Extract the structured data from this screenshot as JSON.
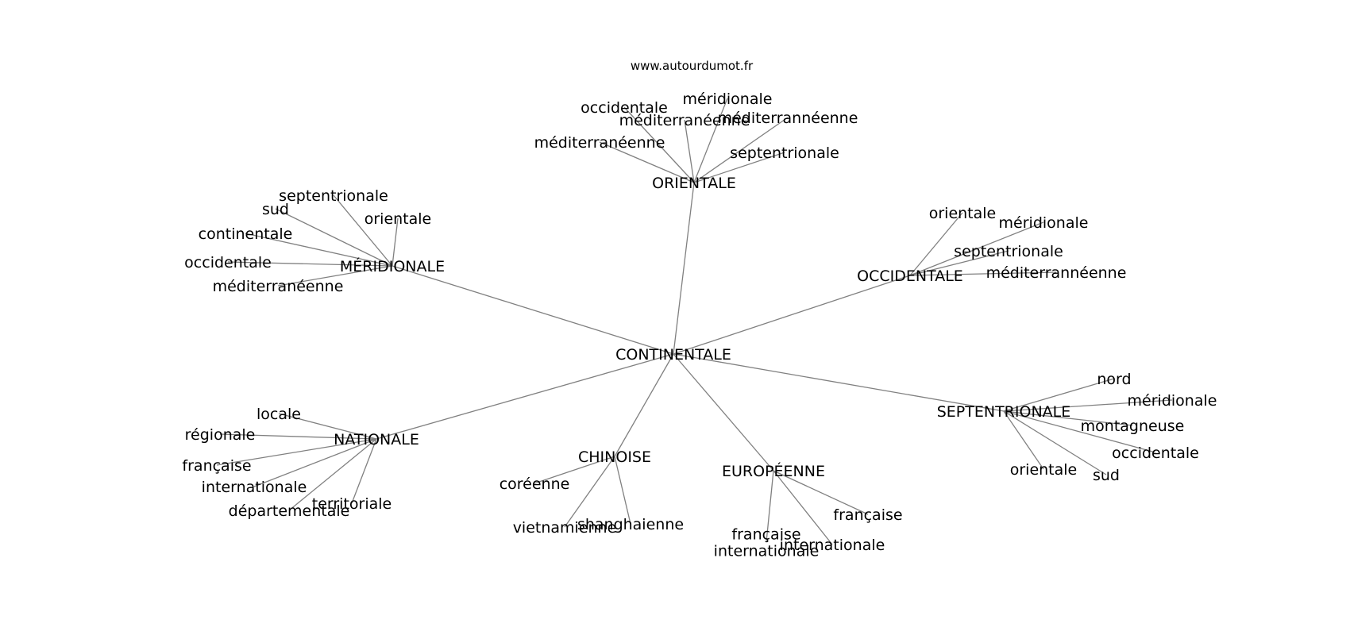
{
  "source": "www.autourdumot.fr",
  "root": "CONTINENTALE",
  "hubs": [
    {
      "id": "orientale",
      "label": "ORIENTALE",
      "leaves": [
        "occidentale",
        "méditerranéenne",
        "méridionale",
        "méditerrannéenne",
        "septentrionale",
        "méditerranéenne"
      ]
    },
    {
      "id": "occidentale",
      "label": "OCCIDENTALE",
      "leaves": [
        "orientale",
        "méridionale",
        "septentrionale",
        "méditerrannéenne"
      ]
    },
    {
      "id": "meridionale",
      "label": "MÉRIDIONALE",
      "leaves": [
        "septentrionale",
        "sud",
        "orientale",
        "continentale",
        "occidentale",
        "méditerranéenne"
      ]
    },
    {
      "id": "nationale",
      "label": "NATIONALE",
      "leaves": [
        "locale",
        "régionale",
        "française",
        "internationale",
        "territoriale",
        "départementale"
      ]
    },
    {
      "id": "chinoise",
      "label": "CHINOISE",
      "leaves": [
        "coréenne",
        "vietnamienne",
        "shanghaienne"
      ]
    },
    {
      "id": "europeenne",
      "label": "EUROPÉENNE",
      "leaves": [
        "française",
        "internationale",
        "française internationale"
      ]
    },
    {
      "id": "septentrionale",
      "label": "SEPTENTRIONALE",
      "leaves": [
        "nord",
        "méridionale",
        "montagneuse",
        "occidentale",
        "sud",
        "orientale"
      ]
    }
  ]
}
